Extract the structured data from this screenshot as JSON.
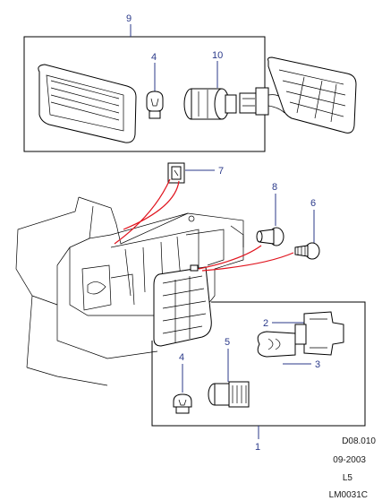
{
  "callouts": {
    "c9": "9",
    "c4_top": "4",
    "c10": "10",
    "c7": "7",
    "c8": "8",
    "c6": "6",
    "c2": "2",
    "c3": "3",
    "c5": "5",
    "c4_bottom": "4",
    "c1": "1"
  },
  "reference": {
    "code": "D08.010",
    "date": "09-2003",
    "level": "L5",
    "drawing_id": "LM0031C"
  },
  "colors": {
    "callout": "#2b3a8a",
    "leader_red": "#e0141e",
    "line": "#000000"
  }
}
